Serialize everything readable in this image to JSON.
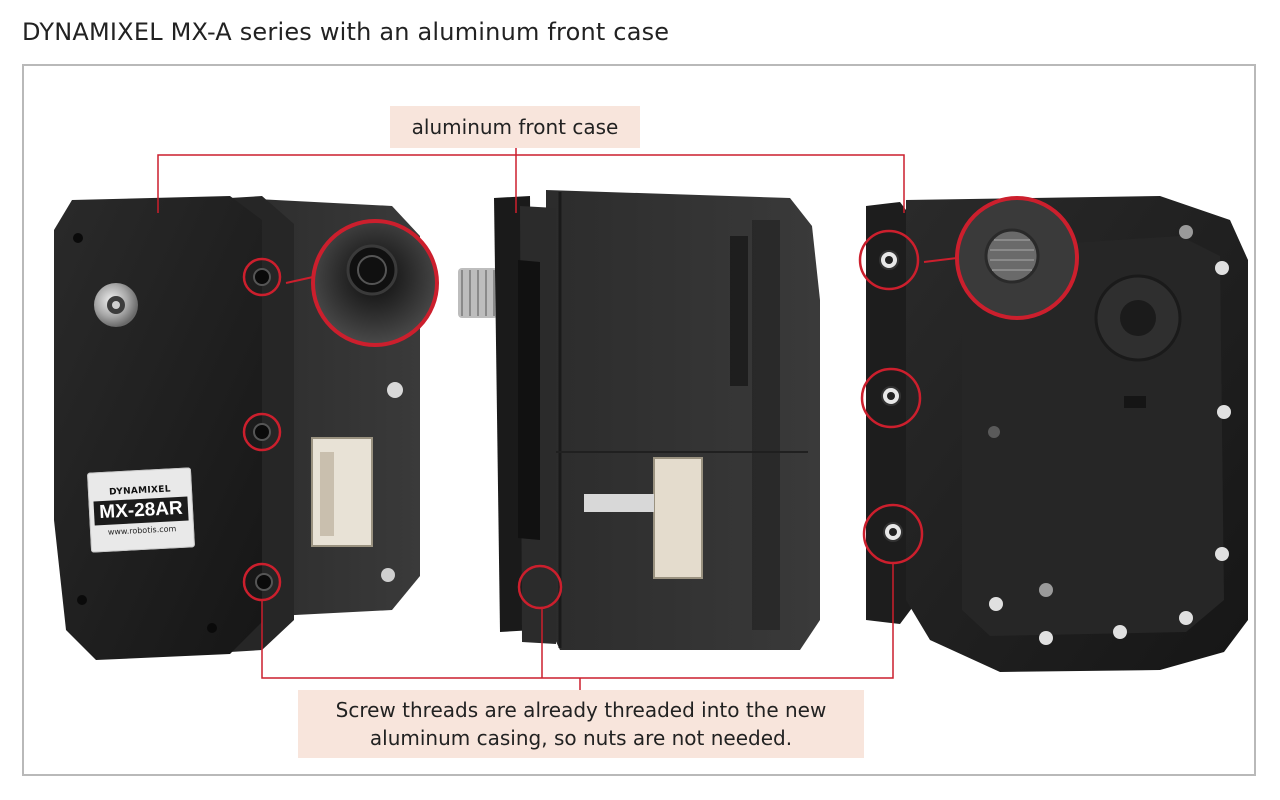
{
  "title": "DYNAMIXEL MX-A series with an aluminum front case",
  "callouts": {
    "top": "aluminum front case",
    "bottom_line1": "Screw threads are already threaded into the new",
    "bottom_line2": "aluminum casing, so nuts are not needed."
  },
  "product_label": {
    "brand": "DYNAMIXEL",
    "model": "MX-28AR",
    "url": "www.robotis.com"
  },
  "colors": {
    "highlight": "#cc1f2d",
    "callout_bg": "#f8e5dc",
    "frame": "#b9b9b9",
    "body": "#1f1f1f"
  }
}
